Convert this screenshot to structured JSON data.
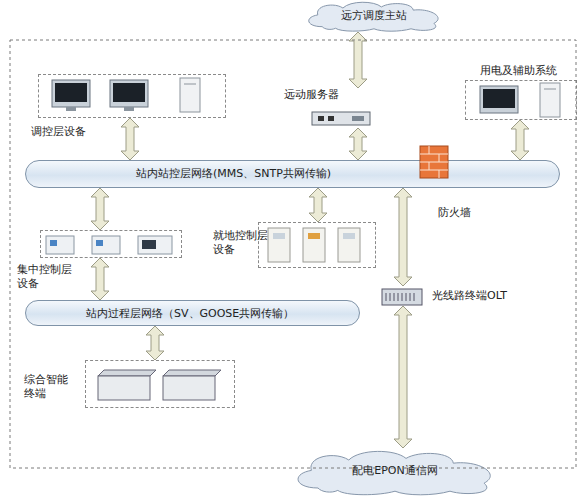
{
  "diagram": {
    "nodes": [
      {
        "text": [
          "远方调度主站"
        ]
      },
      {
        "text": [
          "调控层设备"
        ]
      },
      {
        "text": [
          "远动服务器"
        ]
      },
      {
        "text": [
          "用电及辅助系统"
        ]
      },
      {
        "text": [
          "站内站控层网络(MMS、SNTP共网传输)"
        ]
      },
      {
        "text": [
          "防火墙"
        ]
      },
      {
        "text": [
          "集中控制层设备"
        ]
      },
      {
        "text": [
          "就地控制层设备"
        ]
      },
      {
        "text": [
          "光线路终端OLT"
        ]
      },
      {
        "text": [
          "站内过程层网络（SV、GOOSE共网传输）"
        ]
      },
      {
        "text": [
          "综合智能终端"
        ]
      },
      {
        "text": [
          "配电EPON通信网"
        ]
      }
    ],
    "edges": [
      {
        "from": 1,
        "to": 4,
        "arrow": "both"
      },
      {
        "from": 0,
        "to": 2,
        "arrow": "both"
      },
      {
        "from": 2,
        "to": 4,
        "arrow": "both"
      },
      {
        "from": 3,
        "to": 4,
        "arrow": "both"
      },
      {
        "from": 4,
        "to": 6,
        "arrow": "both"
      },
      {
        "from": 4,
        "to": 7,
        "arrow": "both"
      },
      {
        "from": 6,
        "to": 9,
        "arrow": "both"
      },
      {
        "from": 9,
        "to": 10,
        "arrow": "both"
      },
      {
        "from": 4,
        "to": 8,
        "arrow": "both"
      },
      {
        "from": 8,
        "to": 11,
        "arrow": "both"
      }
    ]
  }
}
